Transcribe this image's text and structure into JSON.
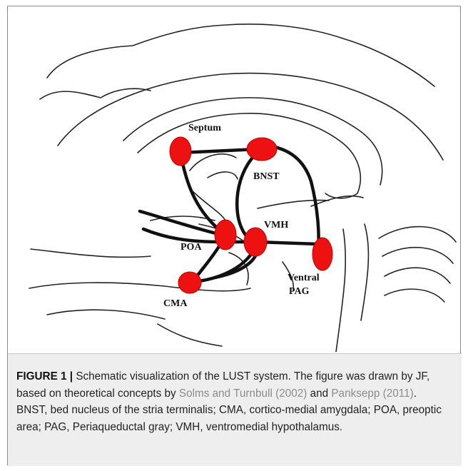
{
  "figure": {
    "labels": {
      "septum": "Septum",
      "bnst": "BNST",
      "vmh": "VMH",
      "poa": "POA",
      "cma": "CMA",
      "ventral": "Ventral",
      "pag": "PAG"
    },
    "colors": {
      "node": "#ee1111",
      "pathway": "#111111",
      "outline": "#222222"
    }
  },
  "caption": {
    "label": "FIGURE 1 |",
    "text_1": " Schematic visualization of the LUST system. The figure was drawn by JF, based on theoretical concepts by ",
    "cite_1": "Solms and Turnbull (2002)",
    "text_2": " and ",
    "cite_2": "Panksepp (2011)",
    "text_3": ". BNST, bed nucleus of the stria terminalis; CMA, cortico-medial amygdala; POA, preoptic area; PAG, Periaqueductal gray; VMH, ventromedial hypothalamus.",
    "background": "#eeeeee",
    "citation_color": "#8c8c8c"
  }
}
